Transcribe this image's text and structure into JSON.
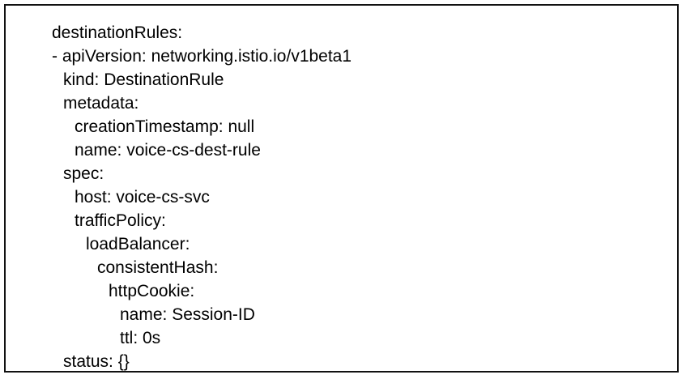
{
  "document": {
    "lines": [
      {
        "indent": 0,
        "text": "destinationRules:"
      },
      {
        "indent": 0,
        "text": "- apiVersion: networking.istio.io/v1beta1"
      },
      {
        "indent": 1,
        "text": "kind: DestinationRule"
      },
      {
        "indent": 1,
        "text": "metadata:"
      },
      {
        "indent": 2,
        "text": "creationTimestamp: null"
      },
      {
        "indent": 2,
        "text": "name: voice-cs-dest-rule"
      },
      {
        "indent": 1,
        "text": "spec:"
      },
      {
        "indent": 2,
        "text": "host: voice-cs-svc"
      },
      {
        "indent": 2,
        "text": "trafficPolicy:"
      },
      {
        "indent": 3,
        "text": "loadBalancer:"
      },
      {
        "indent": 4,
        "text": "consistentHash:"
      },
      {
        "indent": 5,
        "text": "httpCookie:"
      },
      {
        "indent": 6,
        "text": "name: Session-ID"
      },
      {
        "indent": 6,
        "text": "ttl: 0s"
      },
      {
        "indent": 1,
        "text": "status: {}"
      }
    ]
  }
}
